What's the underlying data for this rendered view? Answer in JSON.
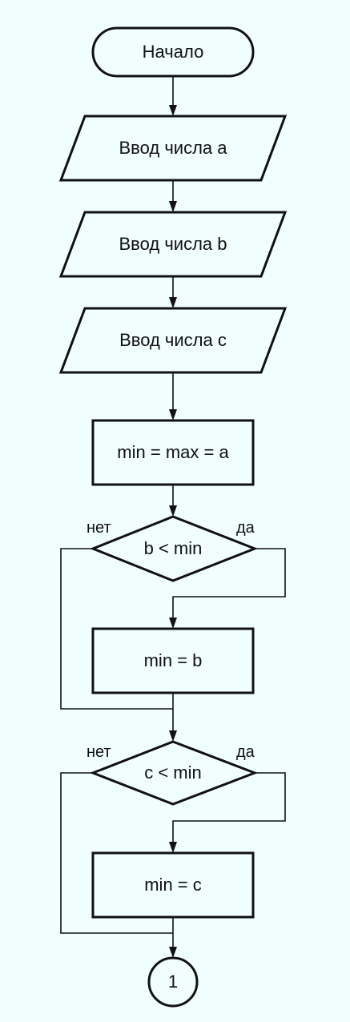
{
  "flowchart": {
    "colors": {
      "background": "#f0fefd",
      "stroke": "#111111"
    },
    "start": {
      "label": "Начало"
    },
    "inputs": [
      {
        "label": "Ввод числа a"
      },
      {
        "label": "Ввод числа b"
      },
      {
        "label": "Ввод числа c"
      }
    ],
    "init": {
      "label": "min = max = a"
    },
    "decisions": [
      {
        "label": "b < min",
        "no_label": "нет",
        "yes_label": "да",
        "action_label": "min = b"
      },
      {
        "label": "c < min",
        "no_label": "нет",
        "yes_label": "да",
        "action_label": "min = c"
      }
    ],
    "connector": {
      "label": "1"
    }
  }
}
